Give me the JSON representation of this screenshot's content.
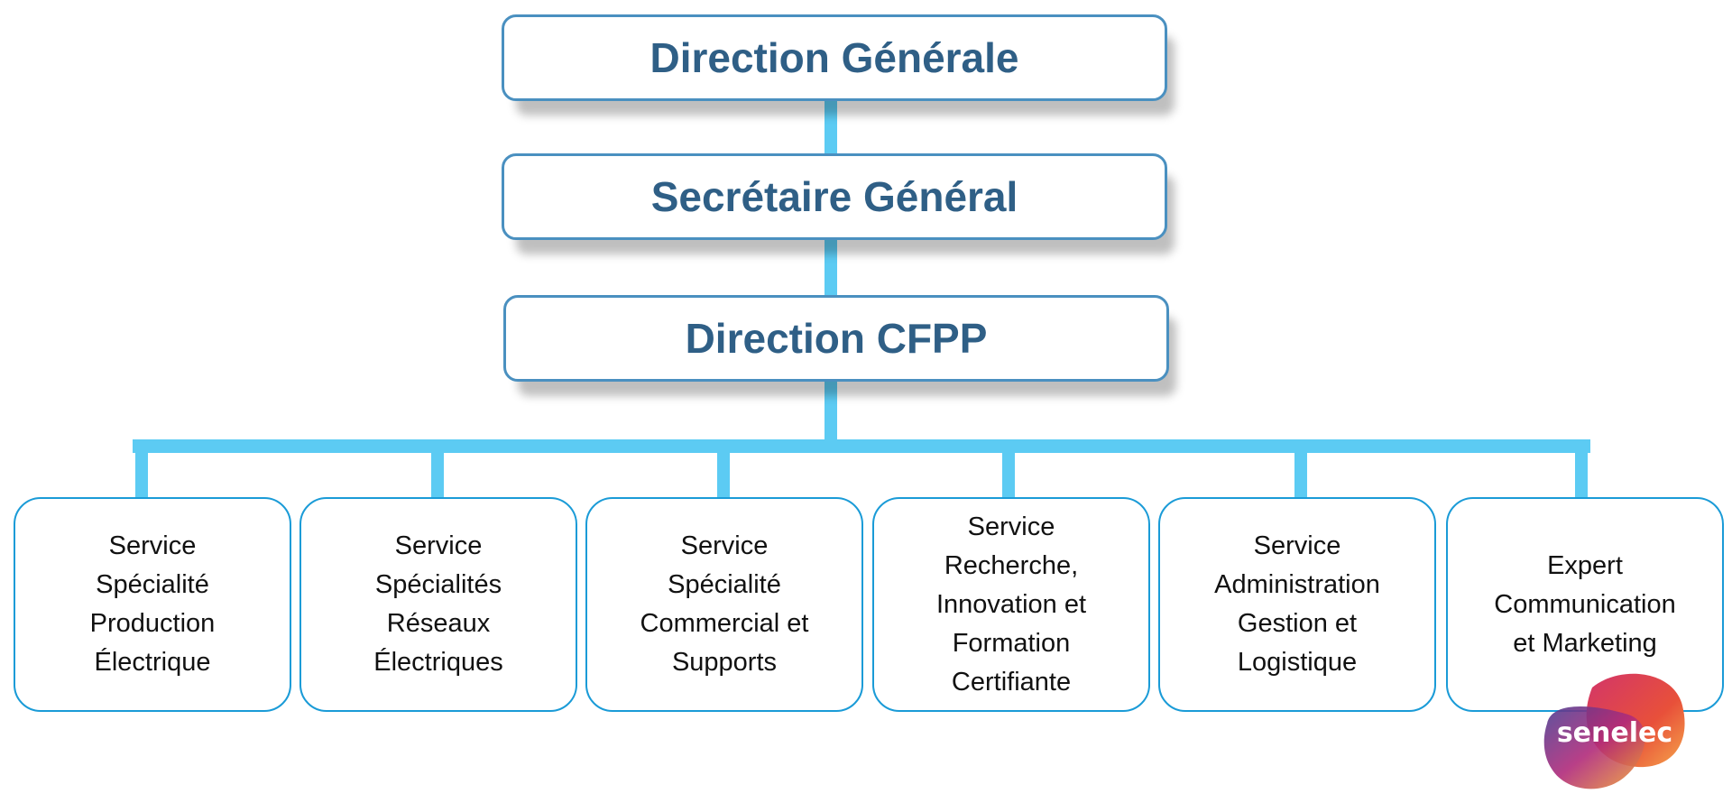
{
  "levels": {
    "direction_generale": "Direction Générale",
    "secretaire_general": "Secrétaire Général",
    "direction_cfpp": "Direction CFPP"
  },
  "services": [
    "Service\nSpécialité\nProduction\nÉlectrique",
    "Service\nSpécialités\nRéseaux\nÉlectriques",
    "Service\nSpécialité\nCommercial et\nSupports",
    "Service\nRecherche,\nInnovation et\nFormation\nCertifiante",
    "Service\nAdministration\nGestion et\nLogistique",
    "Expert\nCommunication\net Marketing"
  ],
  "logo": {
    "text": "senelec"
  },
  "colors": {
    "title": "#2f5f86",
    "connector": "#5ccbf3",
    "box_border": "#1a9bd7"
  }
}
